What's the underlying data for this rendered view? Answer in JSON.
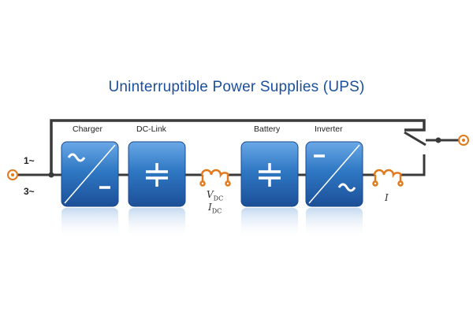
{
  "title": "Uninterruptible Power Supplies (UPS)",
  "inputs": [
    "1~",
    "3~"
  ],
  "blocks": [
    {
      "id": "charger",
      "label": "Charger",
      "symbol": "ac-dc"
    },
    {
      "id": "dclink",
      "label": "DC-Link",
      "symbol": "capacitor"
    },
    {
      "id": "battery",
      "label": "Battery",
      "symbol": "capacitor"
    },
    {
      "id": "inverter",
      "label": "Inverter",
      "symbol": "dc-ac"
    }
  ],
  "inductor_dc": {
    "voltage": "V",
    "voltage_sub": "DC",
    "current": "I",
    "current_sub": "DC"
  },
  "inductor_ac": {
    "current": "I"
  },
  "colors": {
    "line": "#3a3a3a",
    "terminal": "#e07a1c",
    "block": "#2f78c4",
    "block_dark": "#1c4f98",
    "title": "#1b4f9c"
  }
}
